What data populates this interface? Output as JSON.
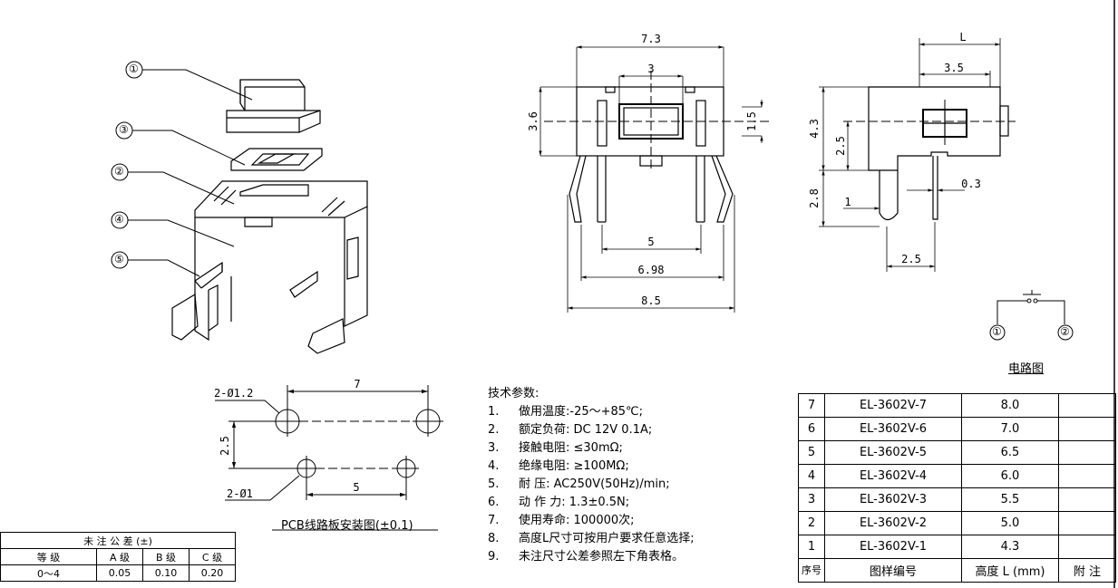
{
  "dimensions": {
    "top_width": "7.3",
    "top_inner": "3",
    "top_height": "3.6",
    "top_btn": "1.5",
    "pin_pitch": "5",
    "pin_span": "6.98",
    "total_width": "8.5",
    "side_L": "L",
    "side_depth": "3.5",
    "side_height": "4.3",
    "side_mid": "2.5",
    "side_lead": "2.8",
    "side_1": "1",
    "side_pin": "0.3",
    "side_bottom": "2.5"
  },
  "exploded_callouts": [
    "①",
    "③",
    "②",
    "④",
    "⑤"
  ],
  "circuit": {
    "node1": "①",
    "node2": "②",
    "caption": "电路图"
  },
  "pcb": {
    "hole_large": "2-Ø1.2",
    "hole_small": "2-Ø1",
    "pitch_top": "7",
    "pitch_bottom": "5",
    "vertical": "2.5",
    "caption": "PCB线路板安装图(±0.1)"
  },
  "tech": {
    "title": "技术参数:",
    "items": [
      {
        "num": "1.",
        "text": "做用温度:-25～+85℃;"
      },
      {
        "num": "2.",
        "text": "额定负荷: DC 12V 0.1A;"
      },
      {
        "num": "3.",
        "text": "接触电阻: ≤30mΩ;"
      },
      {
        "num": "4.",
        "text": "绝缘电阻: ≥100MΩ;"
      },
      {
        "num": "5.",
        "text": "耐 压: AC250V(50Hz)/min;"
      },
      {
        "num": "6.",
        "text": "动 作 力: 1.3±0.5N;"
      },
      {
        "num": "7.",
        "text": "使用寿命: 100000次;"
      },
      {
        "num": "8.",
        "text": "高度L尺寸可按用户要求任意选择;"
      },
      {
        "num": "9.",
        "text": "未注尺寸公差参照左下角表格。"
      }
    ]
  },
  "parts_table": {
    "rows": [
      {
        "seq": "7",
        "model": "EL-3602V-7",
        "height": "8.0",
        "note": ""
      },
      {
        "seq": "6",
        "model": "EL-3602V-6",
        "height": "7.0",
        "note": ""
      },
      {
        "seq": "5",
        "model": "EL-3602V-5",
        "height": "6.5",
        "note": ""
      },
      {
        "seq": "4",
        "model": "EL-3602V-4",
        "height": "6.0",
        "note": ""
      },
      {
        "seq": "3",
        "model": "EL-3602V-3",
        "height": "5.5",
        "note": ""
      },
      {
        "seq": "2",
        "model": "EL-3602V-2",
        "height": "5.0",
        "note": ""
      },
      {
        "seq": "1",
        "model": "EL-3602V-1",
        "height": "4.3",
        "note": ""
      }
    ],
    "header": {
      "seq": "序号",
      "model": "图样编号",
      "height": "高度 L (mm)",
      "note": "附 注"
    }
  },
  "tolerance_table": {
    "title": "未 注 公 差 (±)",
    "header": [
      "等 级",
      "A 级",
      "B 级",
      "C 级"
    ],
    "row": [
      "0～4",
      "0.05",
      "0.10",
      "0.20"
    ]
  }
}
